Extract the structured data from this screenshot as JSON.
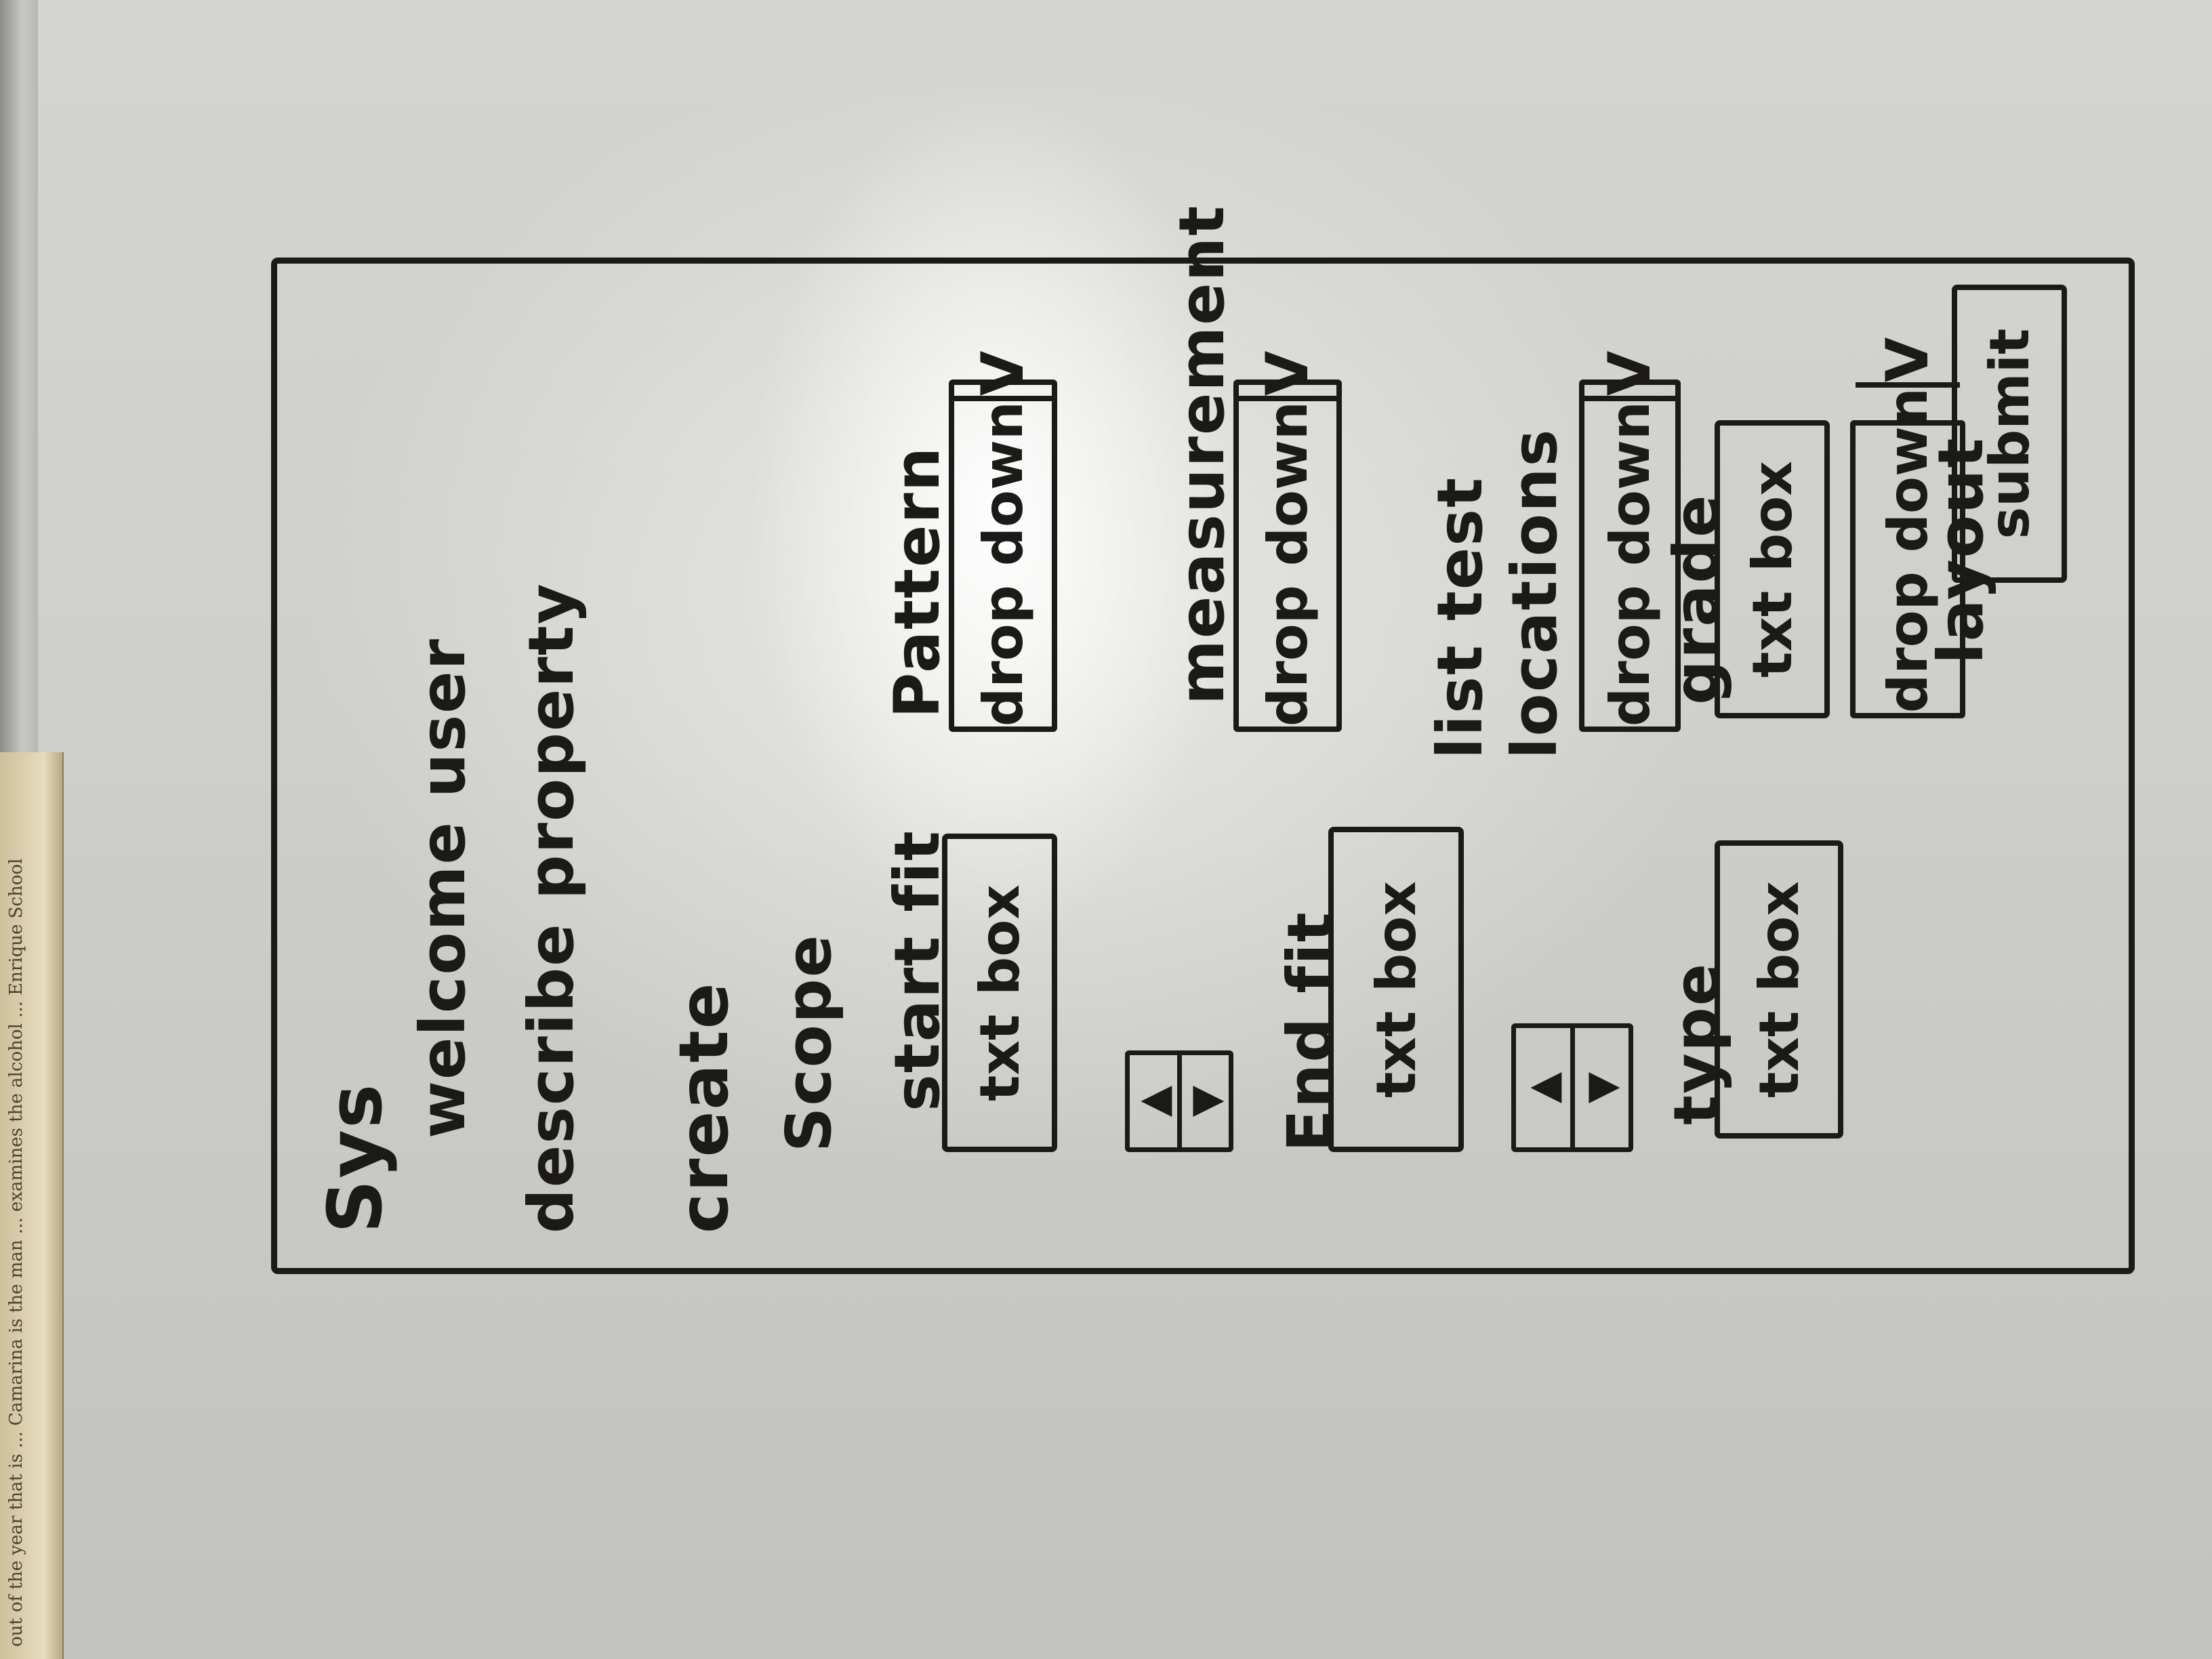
{
  "sketch": {
    "title": "Sys",
    "welcome": "welcome user",
    "describe": "describe property",
    "create": "create",
    "scope": "Scope",
    "start_fit": "start fit",
    "start_fit_box": "txt box",
    "end_fit": "End fit",
    "end_fit_box": "txt box",
    "type": "type",
    "type_box": "txt box",
    "grade": "grade",
    "grade_box": "txt box",
    "spinner_1": [
      "▲",
      "▼"
    ],
    "spinner_2": [
      "▲",
      "▼"
    ],
    "pattern": "Pattern",
    "pattern_dropdown": "drop down",
    "measurement": "measurement",
    "measurement_dropdown": "drop down",
    "list_test_locations": "list test locations",
    "locations_dropdown": "drop down",
    "layout": "layout",
    "layout_dropdown": "drop down",
    "arrow": "V",
    "submit": "submit"
  },
  "book_spine_text": "out of the year that is ... Camarina is the man ... examines the alcohol ... Enrique School"
}
